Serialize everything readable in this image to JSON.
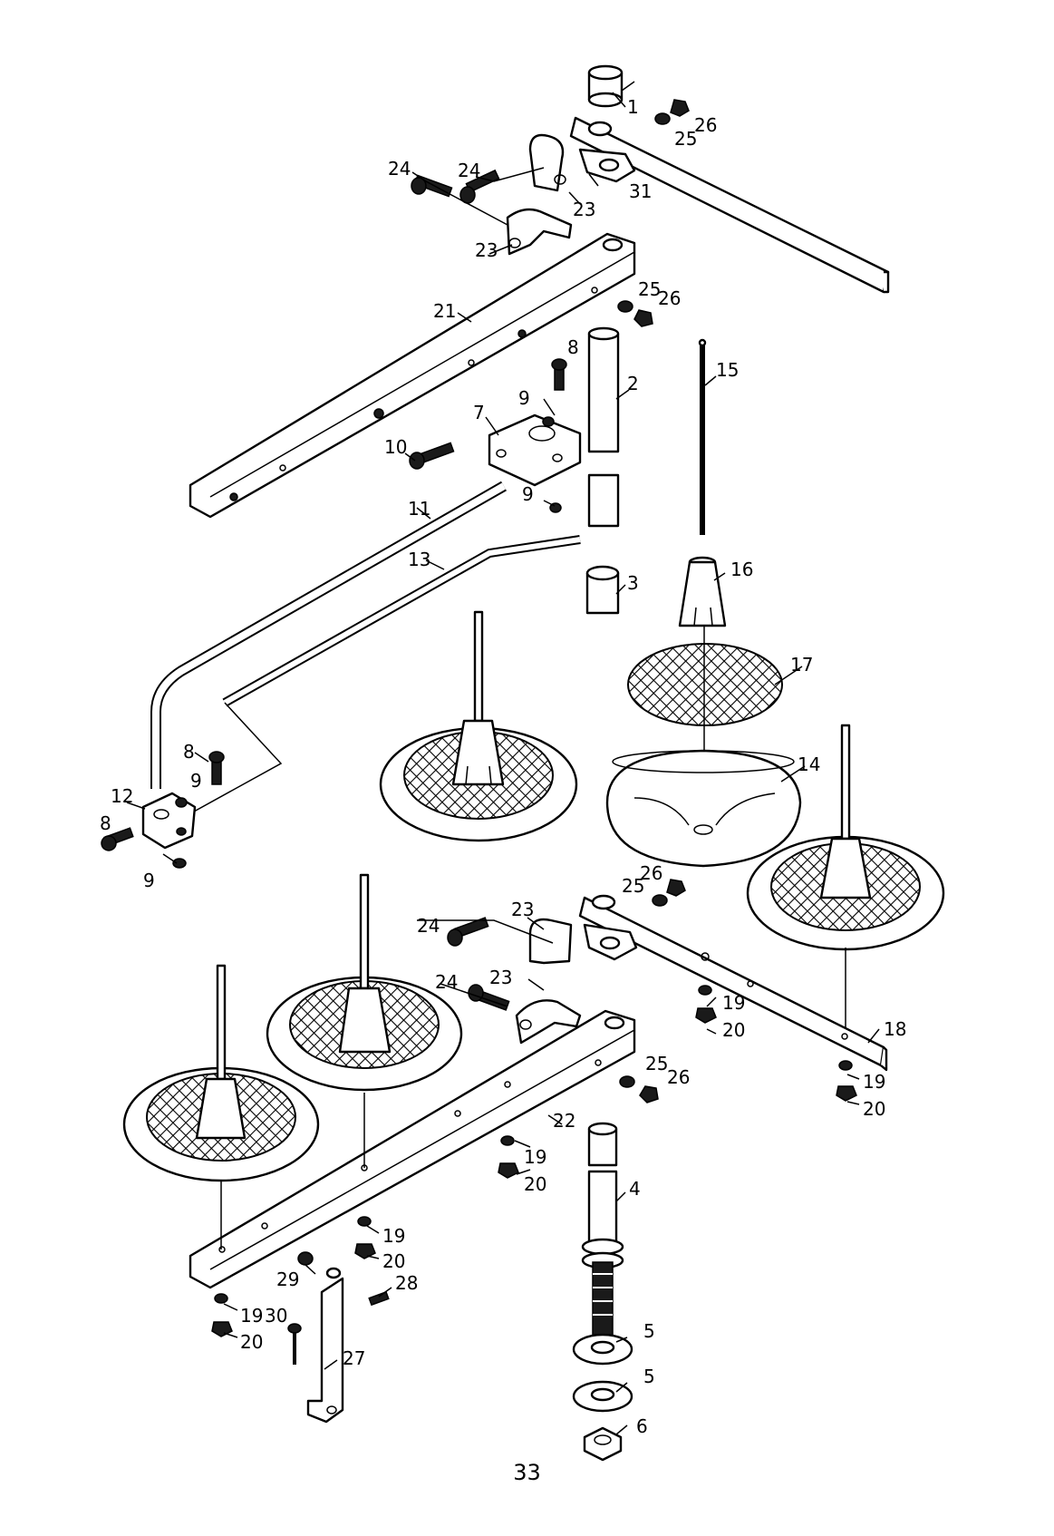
{
  "page_number": "33",
  "callouts": {
    "c1": "1",
    "c2": "2",
    "c3": "3",
    "c4": "4",
    "c5a": "5",
    "c5b": "5",
    "c6": "6",
    "c7": "7",
    "c8a": "8",
    "c8b": "8",
    "c8c": "8",
    "c9a": "9",
    "c9b": "9",
    "c9c": "9",
    "c9d": "9",
    "c10": "10",
    "c11": "11",
    "c12": "12",
    "c13": "13",
    "c14": "14",
    "c15": "15",
    "c16": "16",
    "c17": "17",
    "c18": "18",
    "c19a": "19",
    "c19b": "19",
    "c19c": "19",
    "c19d": "19",
    "c19e": "19",
    "c20a": "20",
    "c20b": "20",
    "c20c": "20",
    "c20d": "20",
    "c20e": "20",
    "c21": "21",
    "c22": "22",
    "c23a": "23",
    "c23b": "23",
    "c23c": "23",
    "c23d": "23",
    "c24a": "24",
    "c24b": "24",
    "c24c": "24",
    "c24d": "24",
    "c25a": "25",
    "c25b": "25",
    "c25c": "25",
    "c25d": "25",
    "c26a": "26",
    "c26b": "26",
    "c26c": "26",
    "c26d": "26",
    "c27": "27",
    "c28": "28",
    "c29": "29",
    "c30": "30",
    "c31": "31"
  }
}
